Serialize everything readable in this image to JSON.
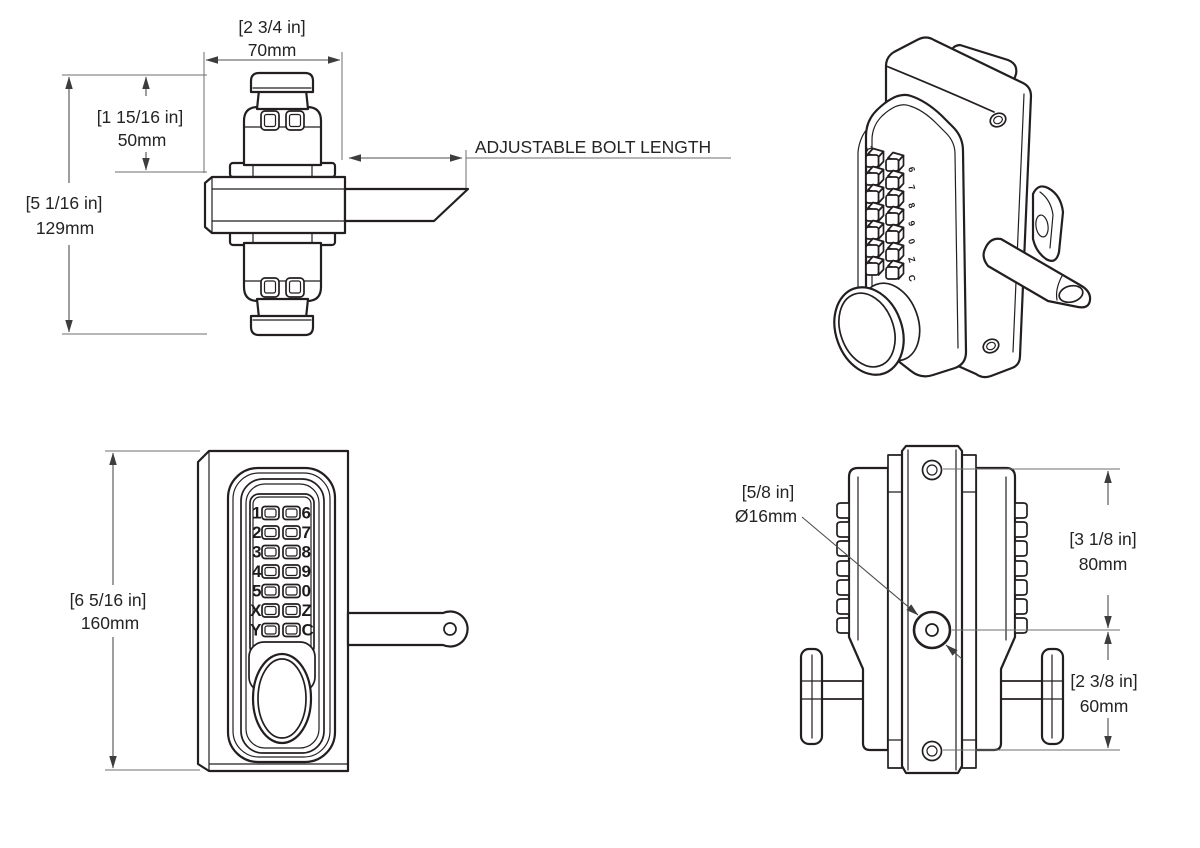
{
  "background": "#ffffff",
  "colors": {
    "line": "#231f20",
    "dimension": "#4f4f4f",
    "text": "#242424"
  },
  "views": {
    "top_view": {
      "width_dim": {
        "inches": "[2 3/4 in]",
        "mm": "70mm"
      },
      "knob_height_dim": {
        "inches": "[1 15/16 in]",
        "mm": "50mm"
      },
      "overall_height_dim": {
        "inches": "[5 1/16 in]",
        "mm": "129mm"
      },
      "bolt_note": "ADJUSTABLE BOLT LENGTH"
    },
    "front_view": {
      "height_dim": {
        "inches": "[6 5/16 in]",
        "mm": "160mm"
      },
      "keypad": {
        "left_labels": [
          "1",
          "2",
          "3",
          "4",
          "5",
          "X",
          "Y"
        ],
        "right_labels": [
          "6",
          "7",
          "8",
          "9",
          "0",
          "Z",
          "C"
        ]
      }
    },
    "side_view": {
      "spindle_dim": {
        "inches": "[5/8 in]",
        "mm": "Ø16mm"
      },
      "upper_dim": {
        "inches": "[3 1/8 in]",
        "mm": "80mm"
      },
      "lower_dim": {
        "inches": "[2 3/8 in]",
        "mm": "60mm"
      }
    }
  }
}
